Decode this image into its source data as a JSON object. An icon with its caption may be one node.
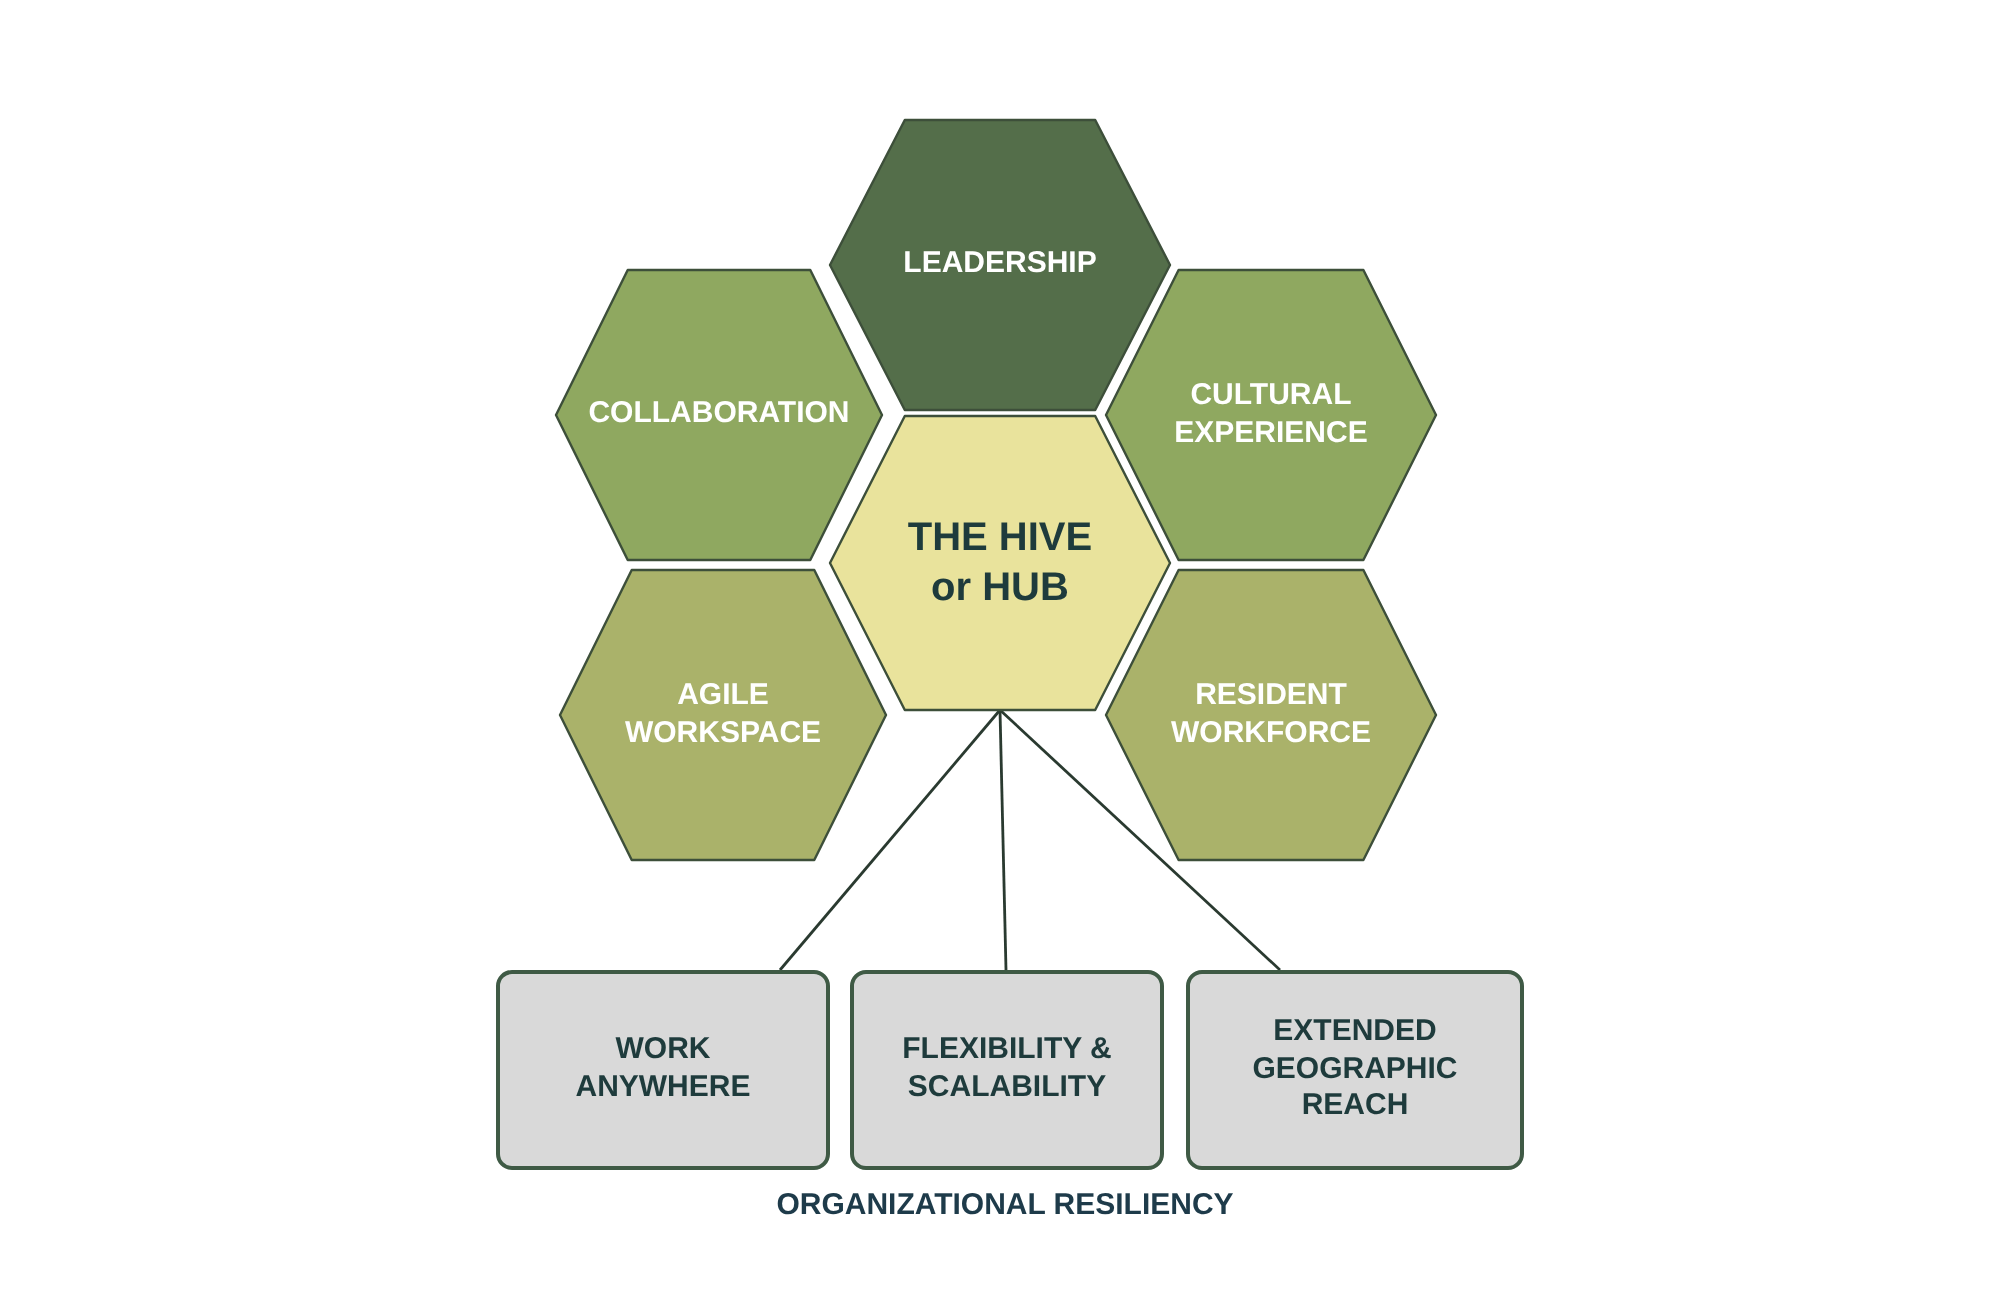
{
  "diagram": {
    "nodes": [
      {
        "text": [
          "LEADERSHIP"
        ]
      },
      {
        "text": [
          "COLLABORATION"
        ]
      },
      {
        "text": [
          "CULTURAL EXPERIENCE"
        ]
      },
      {
        "text": [
          "THE HIVE or HUB"
        ]
      },
      {
        "text": [
          "AGILE WORKSPACE"
        ]
      },
      {
        "text": [
          "RESIDENT WORKFORCE"
        ]
      },
      {
        "text": [
          "WORK ANYWHERE"
        ]
      },
      {
        "text": [
          "FLEXIBILITY & SCALABILITY"
        ]
      },
      {
        "text": [
          "EXTENDED GEOGRAPHIC REACH"
        ]
      }
    ],
    "edges": [
      {
        "from": 3,
        "to": 6,
        "arrow": "none"
      },
      {
        "from": 3,
        "to": 7,
        "arrow": "none"
      },
      {
        "from": 3,
        "to": 8,
        "arrow": "none"
      }
    ],
    "labels": [
      "ORGANIZATIONAL RESILIENCY"
    ]
  }
}
